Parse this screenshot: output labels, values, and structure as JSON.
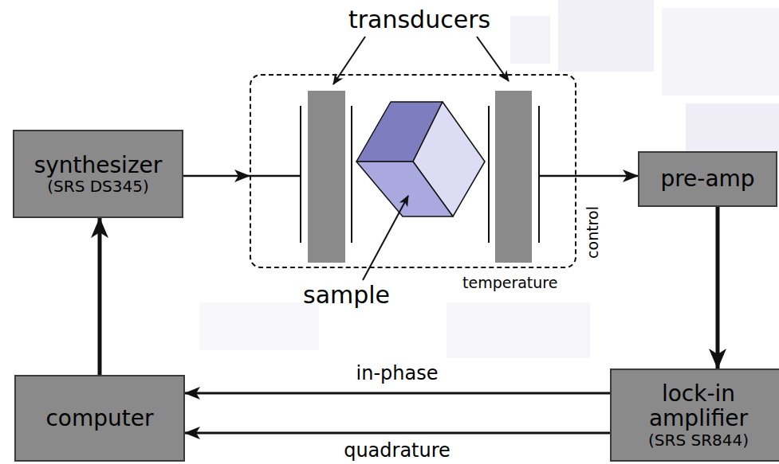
{
  "diagram": {
    "nodes": [
      {
        "text": [
          "synthesizer",
          "(SRS DS345)"
        ]
      },
      {
        "text": [
          "temperature",
          "control"
        ]
      },
      {
        "text": [
          "pre-amp"
        ]
      },
      {
        "text": [
          "computer"
        ]
      },
      {
        "text": [
          "lock-in amplifier",
          "(SRS SR844)"
        ]
      }
    ],
    "edges": [
      {
        "from": 0,
        "to": 1,
        "arrow": "to"
      },
      {
        "from": 1,
        "to": 2,
        "arrow": "to"
      },
      {
        "from": 2,
        "to": 4,
        "arrow": "to"
      },
      {
        "from": 4,
        "to": 3,
        "label": "in-phase",
        "arrow": "to"
      },
      {
        "from": 4,
        "to": 3,
        "label": "quadrature",
        "arrow": "to"
      },
      {
        "from": 3,
        "to": 0,
        "arrow": "to"
      }
    ],
    "labels": [
      "transducers",
      "sample"
    ]
  }
}
